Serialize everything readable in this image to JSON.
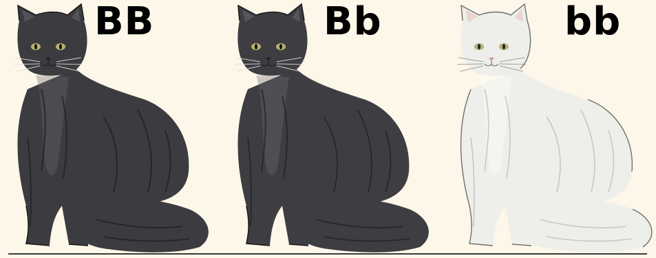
{
  "cats": [
    {
      "genotype": "BB",
      "coat_color": "#3c3c40",
      "stripe_color": "#1f1f22",
      "highlight_color": "#6a6a70",
      "eye_color": "#b7b36a"
    },
    {
      "genotype": "Bb",
      "coat_color": "#3e3e42",
      "stripe_color": "#222225",
      "highlight_color": "#6c6c72",
      "eye_color": "#b9b16a"
    },
    {
      "genotype": "bb",
      "coat_color": "#eeeeea",
      "stripe_color": "#b9bcb8",
      "highlight_color": "#ffffff",
      "eye_color": "#b8b27a"
    }
  ]
}
